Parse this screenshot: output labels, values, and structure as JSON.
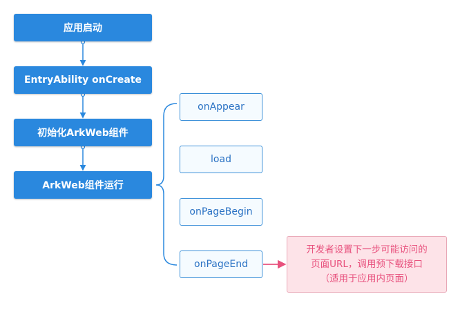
{
  "main_flow": {
    "steps": [
      {
        "label": "应用启动"
      },
      {
        "label": "EntryAbility onCreate"
      },
      {
        "label": "初始化ArkWeb组件"
      },
      {
        "label": "ArkWeb组件运行"
      }
    ]
  },
  "lifecycle": {
    "steps": [
      {
        "label": "onAppear"
      },
      {
        "label": "load"
      },
      {
        "label": "onPageBegin"
      },
      {
        "label": "onPageEnd"
      }
    ]
  },
  "note": {
    "lines": [
      "开发者设置下一步可能访问的",
      "页面URL，调用预下载接口",
      "（适用于应用内页面）"
    ]
  },
  "colors": {
    "main_fill": "#2a88de",
    "lifecycle_border": "#3a8fd8",
    "lifecycle_fill": "#f5fbff",
    "note_fill": "#fde3e8",
    "note_text": "#e8527e",
    "note_arrow": "#e8527e"
  }
}
